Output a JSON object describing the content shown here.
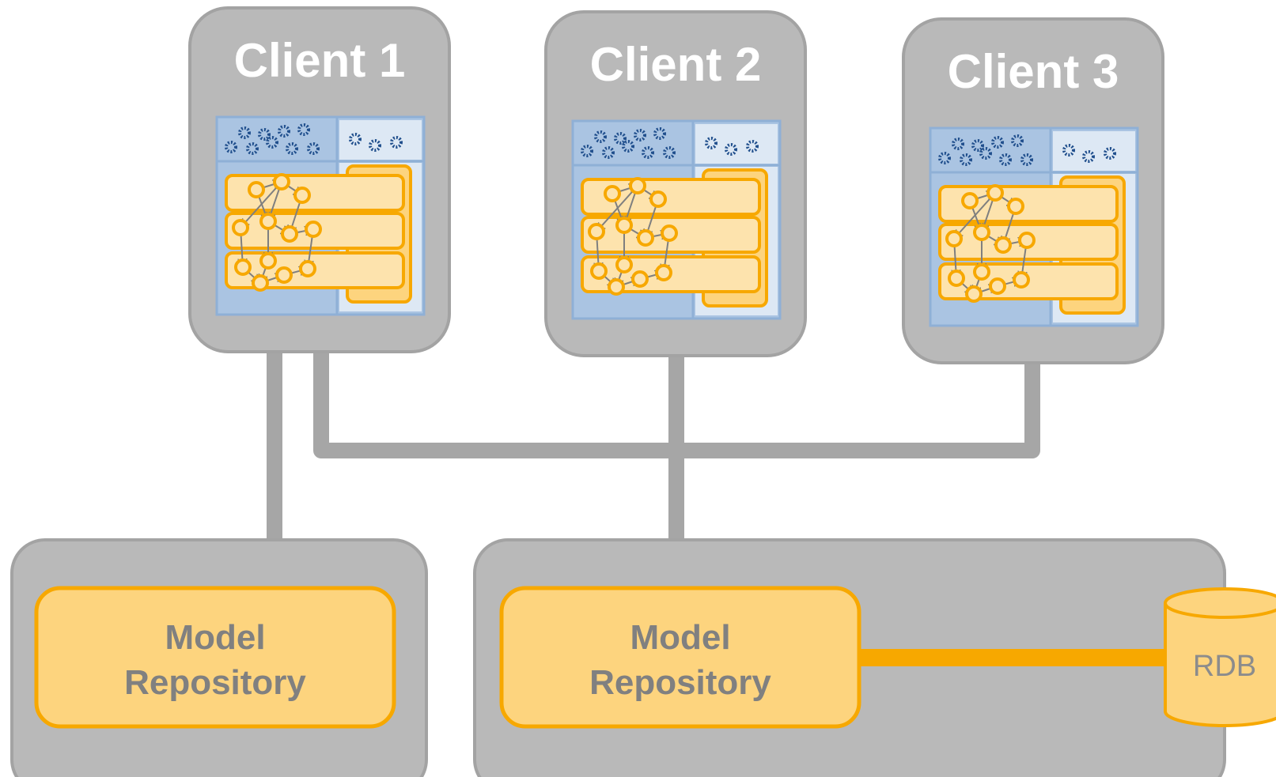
{
  "clients": [
    {
      "title": "Client 1"
    },
    {
      "title": "Client 2"
    },
    {
      "title": "Client 3"
    }
  ],
  "repositories": [
    {
      "label_line1": "Model",
      "label_line2": "Repository"
    },
    {
      "label_line1": "Model",
      "label_line2": "Repository"
    }
  ],
  "database": {
    "label": "RDB"
  },
  "colors": {
    "node_fill": "#b9b9b9",
    "node_stroke": "#a3a3a3",
    "connector": "#a6a6a6",
    "repo_fill": "#fdd47e",
    "repo_stroke": "#f7a800",
    "panel_blue": "#aac4e2",
    "panel_light": "#dde8f4",
    "gear": "#1f4e8c",
    "graph_node": "#f7a800",
    "graph_edge": "#7f7f7f"
  }
}
